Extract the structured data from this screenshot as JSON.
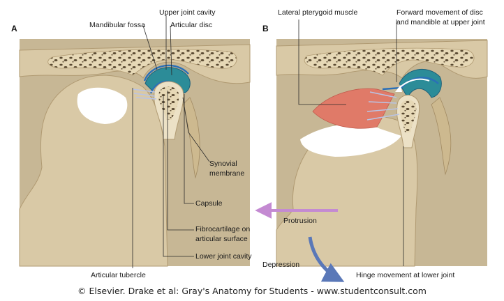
{
  "panels": {
    "a": {
      "letter": "A",
      "labels": {
        "mandibular_fossa": "Mandibular fossa",
        "upper_joint_cavity": "Upper joint cavity",
        "articular_disc": "Articular disc",
        "synovial_membrane_1": "Synovial",
        "synovial_membrane_2": "membrane",
        "capsule": "Capsule",
        "fibrocartilage_1": "Fibrocartilage on",
        "fibrocartilage_2": "articular surface",
        "lower_joint_cavity": "Lower joint cavity",
        "articular_tubercle": "Articular tubercle"
      }
    },
    "b": {
      "letter": "B",
      "labels": {
        "lateral_pterygoid": "Lateral pterygoid muscle",
        "forward_movement_1": "Forward movement of disc",
        "forward_movement_2": "and mandible at upper joint",
        "protrusion": "Protrusion",
        "depression": "Depression",
        "hinge_movement": "Hinge movement at lower joint"
      }
    }
  },
  "credit": "© Elsevier. Drake et al: Gray's Anatomy for Students - www.studentconsult.com",
  "colors": {
    "bone": "#d9c9a6",
    "bone_shade": "#c4b08a",
    "bone_cortex": "#ece1c6",
    "bone_pores": "#5a4a32",
    "disc": "#2c8c98",
    "disc_light": "#61b8c0",
    "cavity": "#2a6fb8",
    "muscle": "#e07a68",
    "tendon": "#b9c4e6",
    "protrusion_arrow": "#c48ad2",
    "depression_arrow": "#5a78b8",
    "background": "#ffffff"
  }
}
